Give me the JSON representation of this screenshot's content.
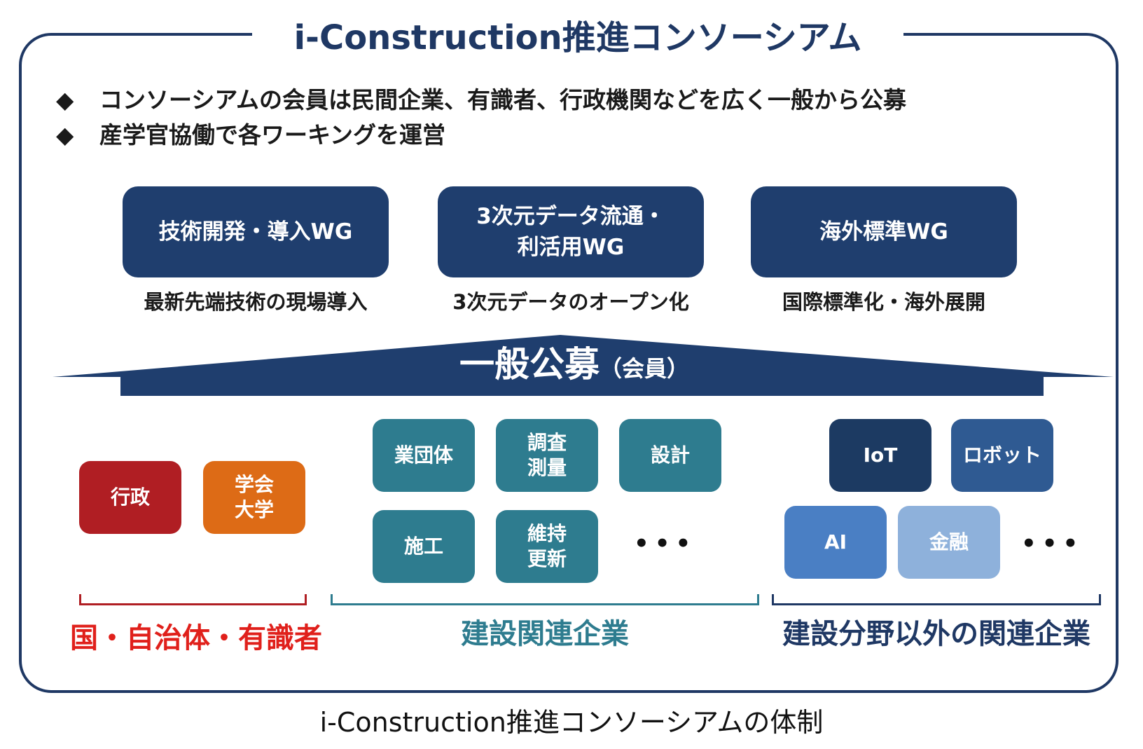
{
  "title": "i-Construction推進コンソーシアム",
  "bullets": [
    "コンソーシアムの会員は民間企業、有識者、行政機関などを広く一般から公募",
    "産学官協働で各ワーキングを運営"
  ],
  "bullet_marker": "◆",
  "working_groups": [
    {
      "lines": [
        "技術開発・導入WG"
      ],
      "description": "最新先端技術の現場導入"
    },
    {
      "lines": [
        "3次元データ流通・",
        "利活用WG"
      ],
      "description": "3次元データのオープン化"
    },
    {
      "lines": [
        "海外標準WG"
      ],
      "description": "国際標準化・海外展開"
    }
  ],
  "public_recruitment": {
    "main": "一般公募",
    "sub": "（会員）"
  },
  "government_group": {
    "items": [
      [
        "行政"
      ],
      [
        "学会",
        "大学"
      ]
    ],
    "label": "国・自治体・有識者"
  },
  "construction_group": {
    "items": [
      [
        "業団体"
      ],
      [
        "調査",
        "測量"
      ],
      [
        "設計"
      ],
      [
        "施工"
      ],
      [
        "維持",
        "更新"
      ]
    ],
    "ellipsis": "•••",
    "label": "建設関連企業"
  },
  "other_group": {
    "items": [
      [
        "IoT"
      ],
      [
        "ロボット"
      ],
      [
        "AI"
      ],
      [
        "金融"
      ]
    ],
    "ellipsis": "•••",
    "label": "建設分野以外の関連企業"
  },
  "caption": "i-Construction推進コンソーシアムの体制",
  "colors": {
    "navy": "#1f3864",
    "wg_box": "#1f3e6e",
    "government": "#b01e23",
    "academia": "#dd6b16",
    "construction": "#2e7c8f",
    "iot": "#1c3a62",
    "robot": "#2f5a92",
    "ai": "#4a7fc4",
    "finance": "#8eb1db",
    "gov_label": "#e0201b",
    "const_label": "#2e7c8f",
    "other_label": "#1f3864"
  }
}
